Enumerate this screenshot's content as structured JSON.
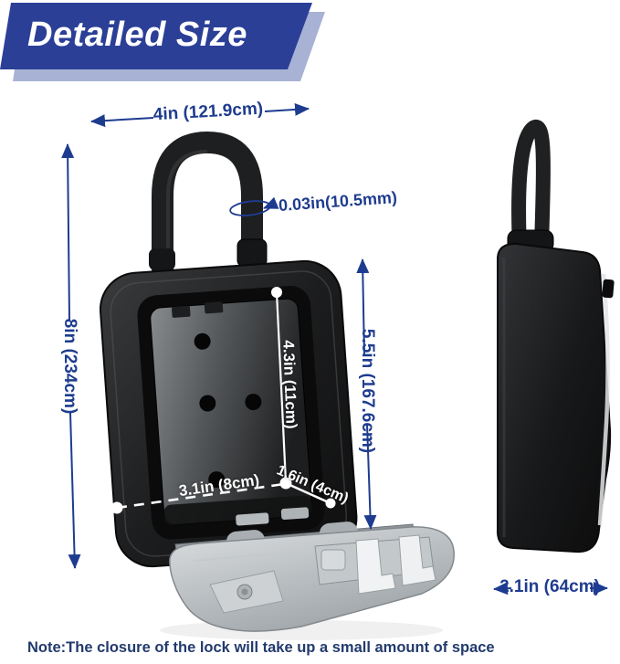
{
  "banner": {
    "title": "Detailed Size"
  },
  "front_view": {
    "width_label": "4in (121.9cm)",
    "shackle_thickness_label": "0.03in(10.5mm)",
    "height_label": "8in (234cm)",
    "inner_height_right_label": "5.5in (167.6cm)",
    "inner_height_label": "4.3in (11cm)",
    "inner_width_label": "3.1in (8cm)",
    "inner_depth_label": "1.6in (4cm)"
  },
  "side_view": {
    "depth_label": "2.1in (64cm)"
  },
  "note_text": "Note:The closure of the lock will take up a small amount of space",
  "colors": {
    "banner_blue": "#2b3f97",
    "banner_accent": "#a7b2d4",
    "dimension_navy": "#1e3c8f",
    "note_navy": "#223a6d",
    "box_black": "#141415",
    "door_gray": "#b9bec1"
  }
}
